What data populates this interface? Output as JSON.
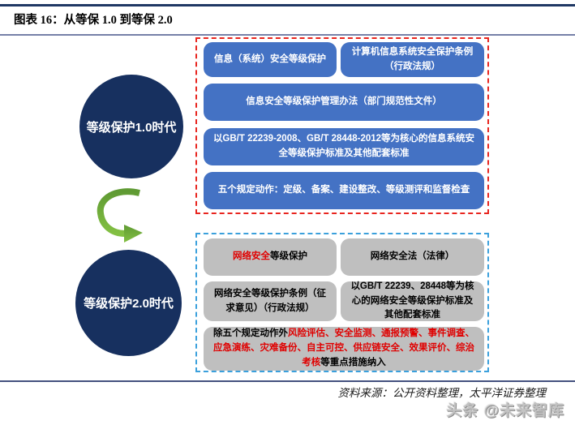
{
  "colors": {
    "navy": "#17305f",
    "box_blue": "#4472c4",
    "box_gray": "#bfbfbf",
    "dash_red": "#e8251f",
    "dash_blue": "#3ba0dc",
    "green": "#70ad47",
    "red_text": "#e00000",
    "rule": "#1f3864"
  },
  "header": {
    "title": "图表 16：从等保 1.0 到等保 2.0"
  },
  "era1": {
    "circle_label": "等级保护1.0时代",
    "boxes": [
      {
        "text": "信息（系统）安全等级保护"
      },
      {
        "text": "计算机信息系统安全保护条例（行政法规）"
      },
      {
        "text": "信息安全等级保护管理办法（部门规范性文件）"
      },
      {
        "text": "以GB/T 22239-2008、GB/T 28448-2012等为核心的信息系统安全等级保护标准及其他配套标准"
      },
      {
        "text": "五个规定动作：定级、备案、建设整改、等级测评和监督检查"
      }
    ]
  },
  "era2": {
    "circle_label": "等级保护2.0时代",
    "boxes": [
      {
        "highlight": "网络安全",
        "text": "等级保护"
      },
      {
        "text": "网络安全法（法律）"
      },
      {
        "text": "网络安全等级保护条例（征求意见）（行政法规）"
      },
      {
        "text": "以GB/T 22239、28448等为核心的网络安全等级保护标准及其他配套标准"
      },
      {
        "prefix": "除五个规定动作外",
        "highlight": "风险评估、安全监测、通报预警、事件调查、应急演练、灾难备份、自主可控、供应链安全、效果评价、综治考核",
        "suffix": "等重点措施纳入"
      }
    ]
  },
  "footer": {
    "source_note": "资料来源：公开资料整理，太平洋证券整理",
    "watermark": "头条 @未来智库"
  }
}
